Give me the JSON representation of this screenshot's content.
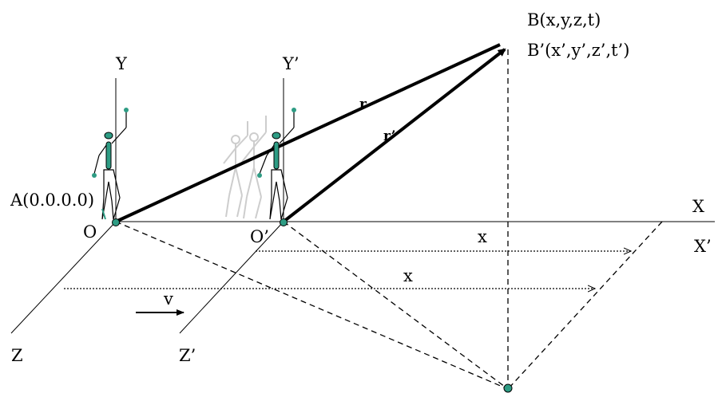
{
  "labels": {
    "axis_y": "Y",
    "axis_y_prime": "Y’",
    "axis_x": "X",
    "axis_x_prime": "X’",
    "axis_z": "Z",
    "axis_z_prime": "Z’",
    "origin_o": "O",
    "origin_o_prime": "O’",
    "event_a": "A(0.0.0.0)",
    "event_b": "B(x,y,z,t)",
    "event_b_prime": "B’(x’,y’,z’,t’)",
    "vector_r": "r",
    "vector_r_prime": "r’",
    "distance_x_prime": "x",
    "distance_x": "x",
    "velocity": "v"
  },
  "colors": {
    "line": "#000000",
    "point": "#2e9c84",
    "figure_body": "#2e9c84",
    "ghost_figure": "#c8c8c8"
  }
}
